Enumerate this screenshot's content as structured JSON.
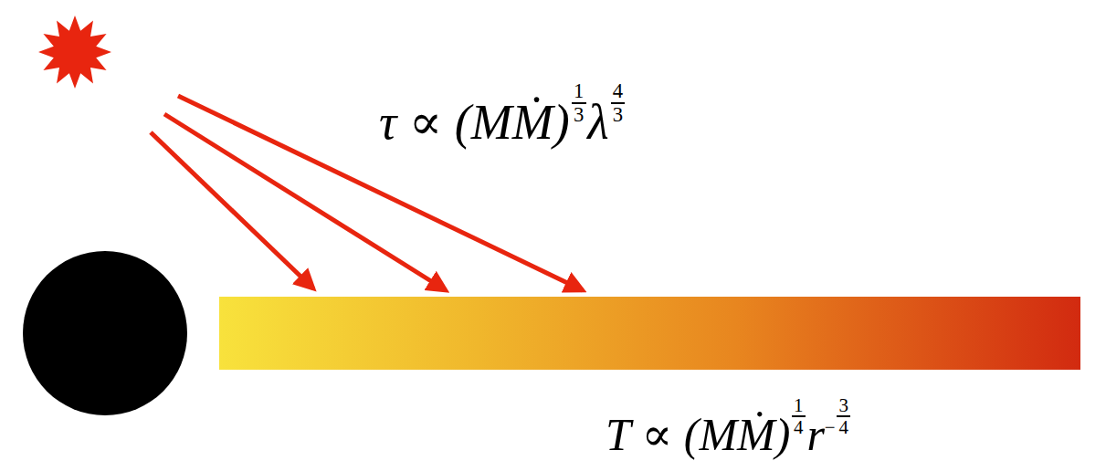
{
  "diagram": {
    "labels": [
      "τ ∝ (MṀ)",
      "1",
      "3",
      "λ",
      "4",
      "3",
      "T ∝ (MṀ)",
      "1",
      "4",
      "r",
      "−",
      "3",
      "4"
    ]
  }
}
